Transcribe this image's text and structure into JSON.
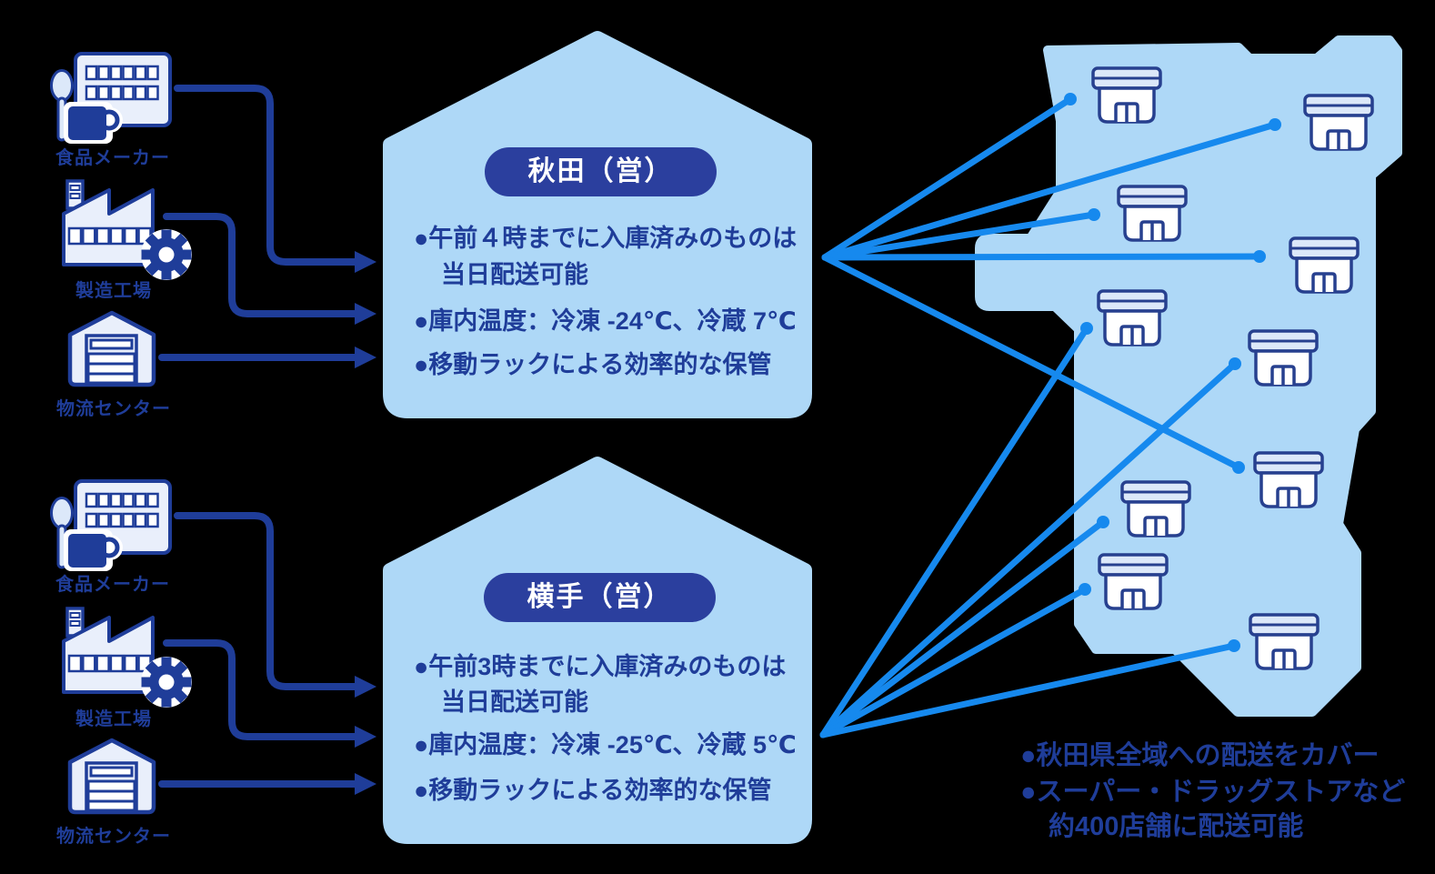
{
  "suppliers": {
    "food_maker": "食品メーカー",
    "factory": "製造工場",
    "logistics": "物流センター"
  },
  "akita": {
    "title": "秋田（営）",
    "bullets": [
      "●午前４時までに入庫済みのものは",
      "当日配送可能",
      "●庫内温度：冷凍 -24℃、冷蔵 7℃",
      "●移動ラックによる効率的な保管"
    ]
  },
  "yokote": {
    "title": "横手（営）",
    "bullets": [
      "●午前3時までに入庫済みのものは",
      "当日配送可能",
      "●庫内温度：冷凍 -25℃、冷蔵 5℃",
      "●移動ラックによる効率的な保管"
    ]
  },
  "map": {
    "region": "秋田県",
    "store_count": 10,
    "notes": [
      "●秋田県全域への配送をカバー",
      "●スーパー・ドラッグストアなど",
      "約400店舗に配送可能"
    ]
  },
  "icons": {
    "food_maker": "food-maker-icon",
    "factory": "factory-icon",
    "logistics": "warehouse-icon",
    "store": "store-icon"
  },
  "colors": {
    "navy": "#1F3D99",
    "pill_navy": "#2B3F9E",
    "light_blue": "#AED8F7",
    "line_blue": "#1689EE",
    "icon_fill": "#E9EFFB",
    "awning_fill": "#DCE8F9"
  }
}
